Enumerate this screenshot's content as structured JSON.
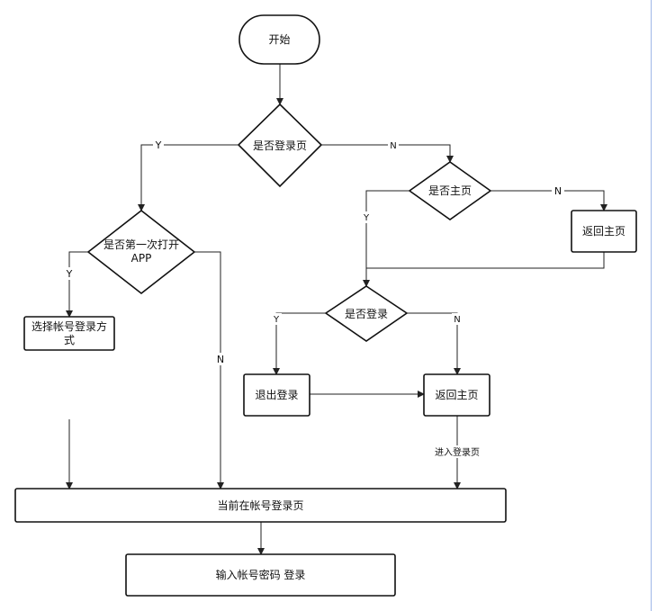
{
  "nodes": {
    "start": "开始",
    "is_login_page": "是否登录页",
    "is_home_page": "是否主页",
    "back_home_1": "返回主页",
    "first_open_line1": "是否第一次打开",
    "first_open_line2": "APP",
    "choose_login_line1": "选择帐号登录方",
    "choose_login_line2": "式",
    "is_logged_in": "是否登录",
    "logout": "退出登录",
    "back_home_2": "返回主页",
    "current_login_page": "当前在帐号登录页",
    "enter_credentials": "输入帐号密码 登录"
  },
  "edge_labels": {
    "login_page_yes": "Y",
    "login_page_no": "N",
    "home_page_yes": "Y",
    "home_page_no": "N",
    "first_open_yes": "Y",
    "first_open_no": "N",
    "logged_in_yes": "Y",
    "logged_in_no": "N",
    "enter_login_page": "进入登录页"
  }
}
